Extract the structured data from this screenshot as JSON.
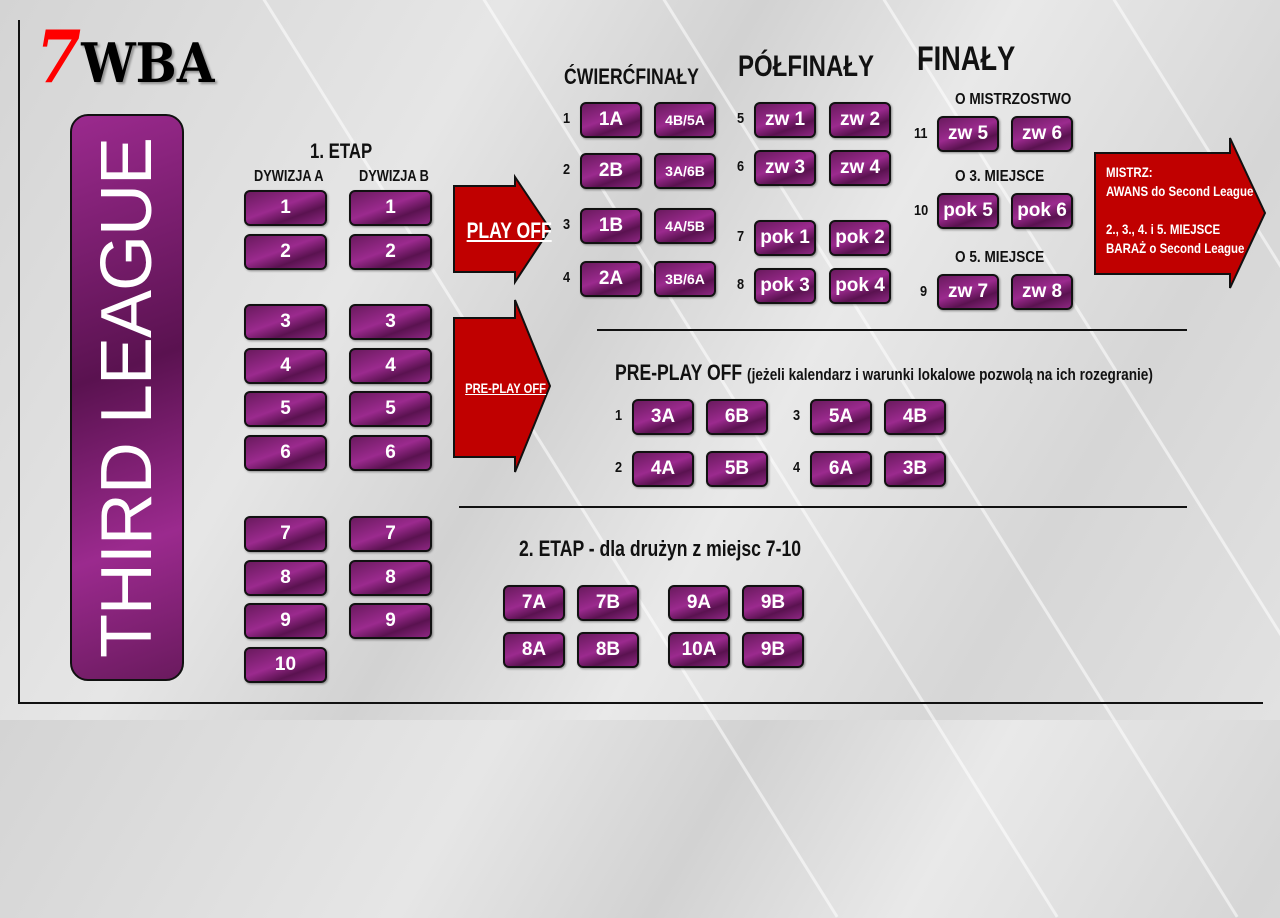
{
  "logo": {
    "digit": "7",
    "text": "WBA"
  },
  "league_title": "THIRD LEAGUE",
  "colors": {
    "accent_red": "#c00000",
    "purple": "#8e2783",
    "logo_red": "#ff0000"
  },
  "stage1": {
    "title": "1. ETAP",
    "div_a": {
      "label": "DYWIZJA A",
      "teams": [
        "1",
        "2",
        "3",
        "4",
        "5",
        "6",
        "7",
        "8",
        "9",
        "10"
      ]
    },
    "div_b": {
      "label": "DYWIZJA B",
      "teams": [
        "1",
        "2",
        "3",
        "4",
        "5",
        "6",
        "7",
        "8",
        "9"
      ]
    }
  },
  "arrows": {
    "play_off": "PLAY OFF",
    "pre_play_off": "PRE-PLAY OFF"
  },
  "quarterfinals": {
    "title": "ĆWIERĆFINAŁY",
    "matches": [
      {
        "no": "1",
        "home": "1A",
        "away": "4B/5A"
      },
      {
        "no": "2",
        "home": "2B",
        "away": "3A/6B"
      },
      {
        "no": "3",
        "home": "1B",
        "away": "4A/5B"
      },
      {
        "no": "4",
        "home": "2A",
        "away": "3B/6A"
      }
    ]
  },
  "semifinals": {
    "title": "PÓŁFINAŁY",
    "matches": [
      {
        "no": "5",
        "home": "zw 1",
        "away": "zw 2"
      },
      {
        "no": "6",
        "home": "zw 3",
        "away": "zw 4"
      },
      {
        "no": "7",
        "home": "pok 1",
        "away": "pok 2"
      },
      {
        "no": "8",
        "home": "pok 3",
        "away": "pok 4"
      }
    ]
  },
  "finals": {
    "title": "FINAŁY",
    "matches": [
      {
        "caption": "O MISTRZOSTWO",
        "no": "11",
        "home": "zw 5",
        "away": "zw 6"
      },
      {
        "caption": "O 3. MIEJSCE",
        "no": "10",
        "home": "pok 5",
        "away": "pok 6"
      },
      {
        "caption": "O 5. MIEJSCE",
        "no": "9",
        "home": "zw 7",
        "away": "zw 8"
      }
    ]
  },
  "result": {
    "line1": "MISTRZ:",
    "line2": "AWANS do Second League",
    "line3": "2., 3., 4. i 5. MIEJSCE",
    "line4": "BARAŻ o Second League"
  },
  "pre_play_off": {
    "title": "PRE-PLAY OFF",
    "note": "(jeżeli kalendarz i warunki lokalowe pozwolą na ich rozegranie)",
    "matches": [
      {
        "no": "1",
        "home": "3A",
        "away": "6B"
      },
      {
        "no": "2",
        "home": "4A",
        "away": "5B"
      },
      {
        "no": "3",
        "home": "5A",
        "away": "4B"
      },
      {
        "no": "4",
        "home": "6A",
        "away": "3B"
      }
    ]
  },
  "stage2": {
    "title": "2. ETAP - dla drużyn z miejsc 7-10",
    "pairs": [
      {
        "home": "7A",
        "away": "7B"
      },
      {
        "home": "8A",
        "away": "8B"
      },
      {
        "home": "9A",
        "away": "9B"
      },
      {
        "home": "10A",
        "away": "9B"
      }
    ]
  }
}
